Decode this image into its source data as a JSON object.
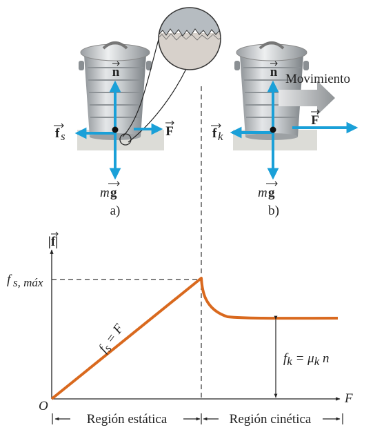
{
  "panel_a": {
    "caption": "a)",
    "force_normal": "n",
    "force_applied": "F",
    "force_friction_symbol": "f",
    "force_friction_sub": "s",
    "weight_m": "m",
    "weight_g": "g"
  },
  "panel_b": {
    "caption": "b)",
    "motion_label": "Movimiento",
    "force_normal": "n",
    "force_applied": "F",
    "force_friction_symbol": "f",
    "force_friction_sub": "k",
    "weight_m": "m",
    "weight_g": "g"
  },
  "graph": {
    "y_axis_label": "|f|",
    "x_axis_label": "F",
    "origin_label": "O",
    "fs_max_symbol": "f",
    "fs_max_sub": "s, máx",
    "static_relation": "f",
    "static_relation_sub": "s",
    "static_relation_rhs": " = F",
    "kinetic_relation": "f",
    "kinetic_relation_sub": "k",
    "kinetic_relation_rhs": " = μ",
    "kinetic_relation_mu_sub": "k",
    "kinetic_relation_n": " n",
    "region_static": "Región estática",
    "region_kinetic": "Región cinética"
  },
  "colors": {
    "force_arrow": "#1aa0d8",
    "curve": "#d9691e",
    "motion_arrow": "#a9adb0",
    "can_body": "#c5c9cc",
    "text": "#222222"
  }
}
